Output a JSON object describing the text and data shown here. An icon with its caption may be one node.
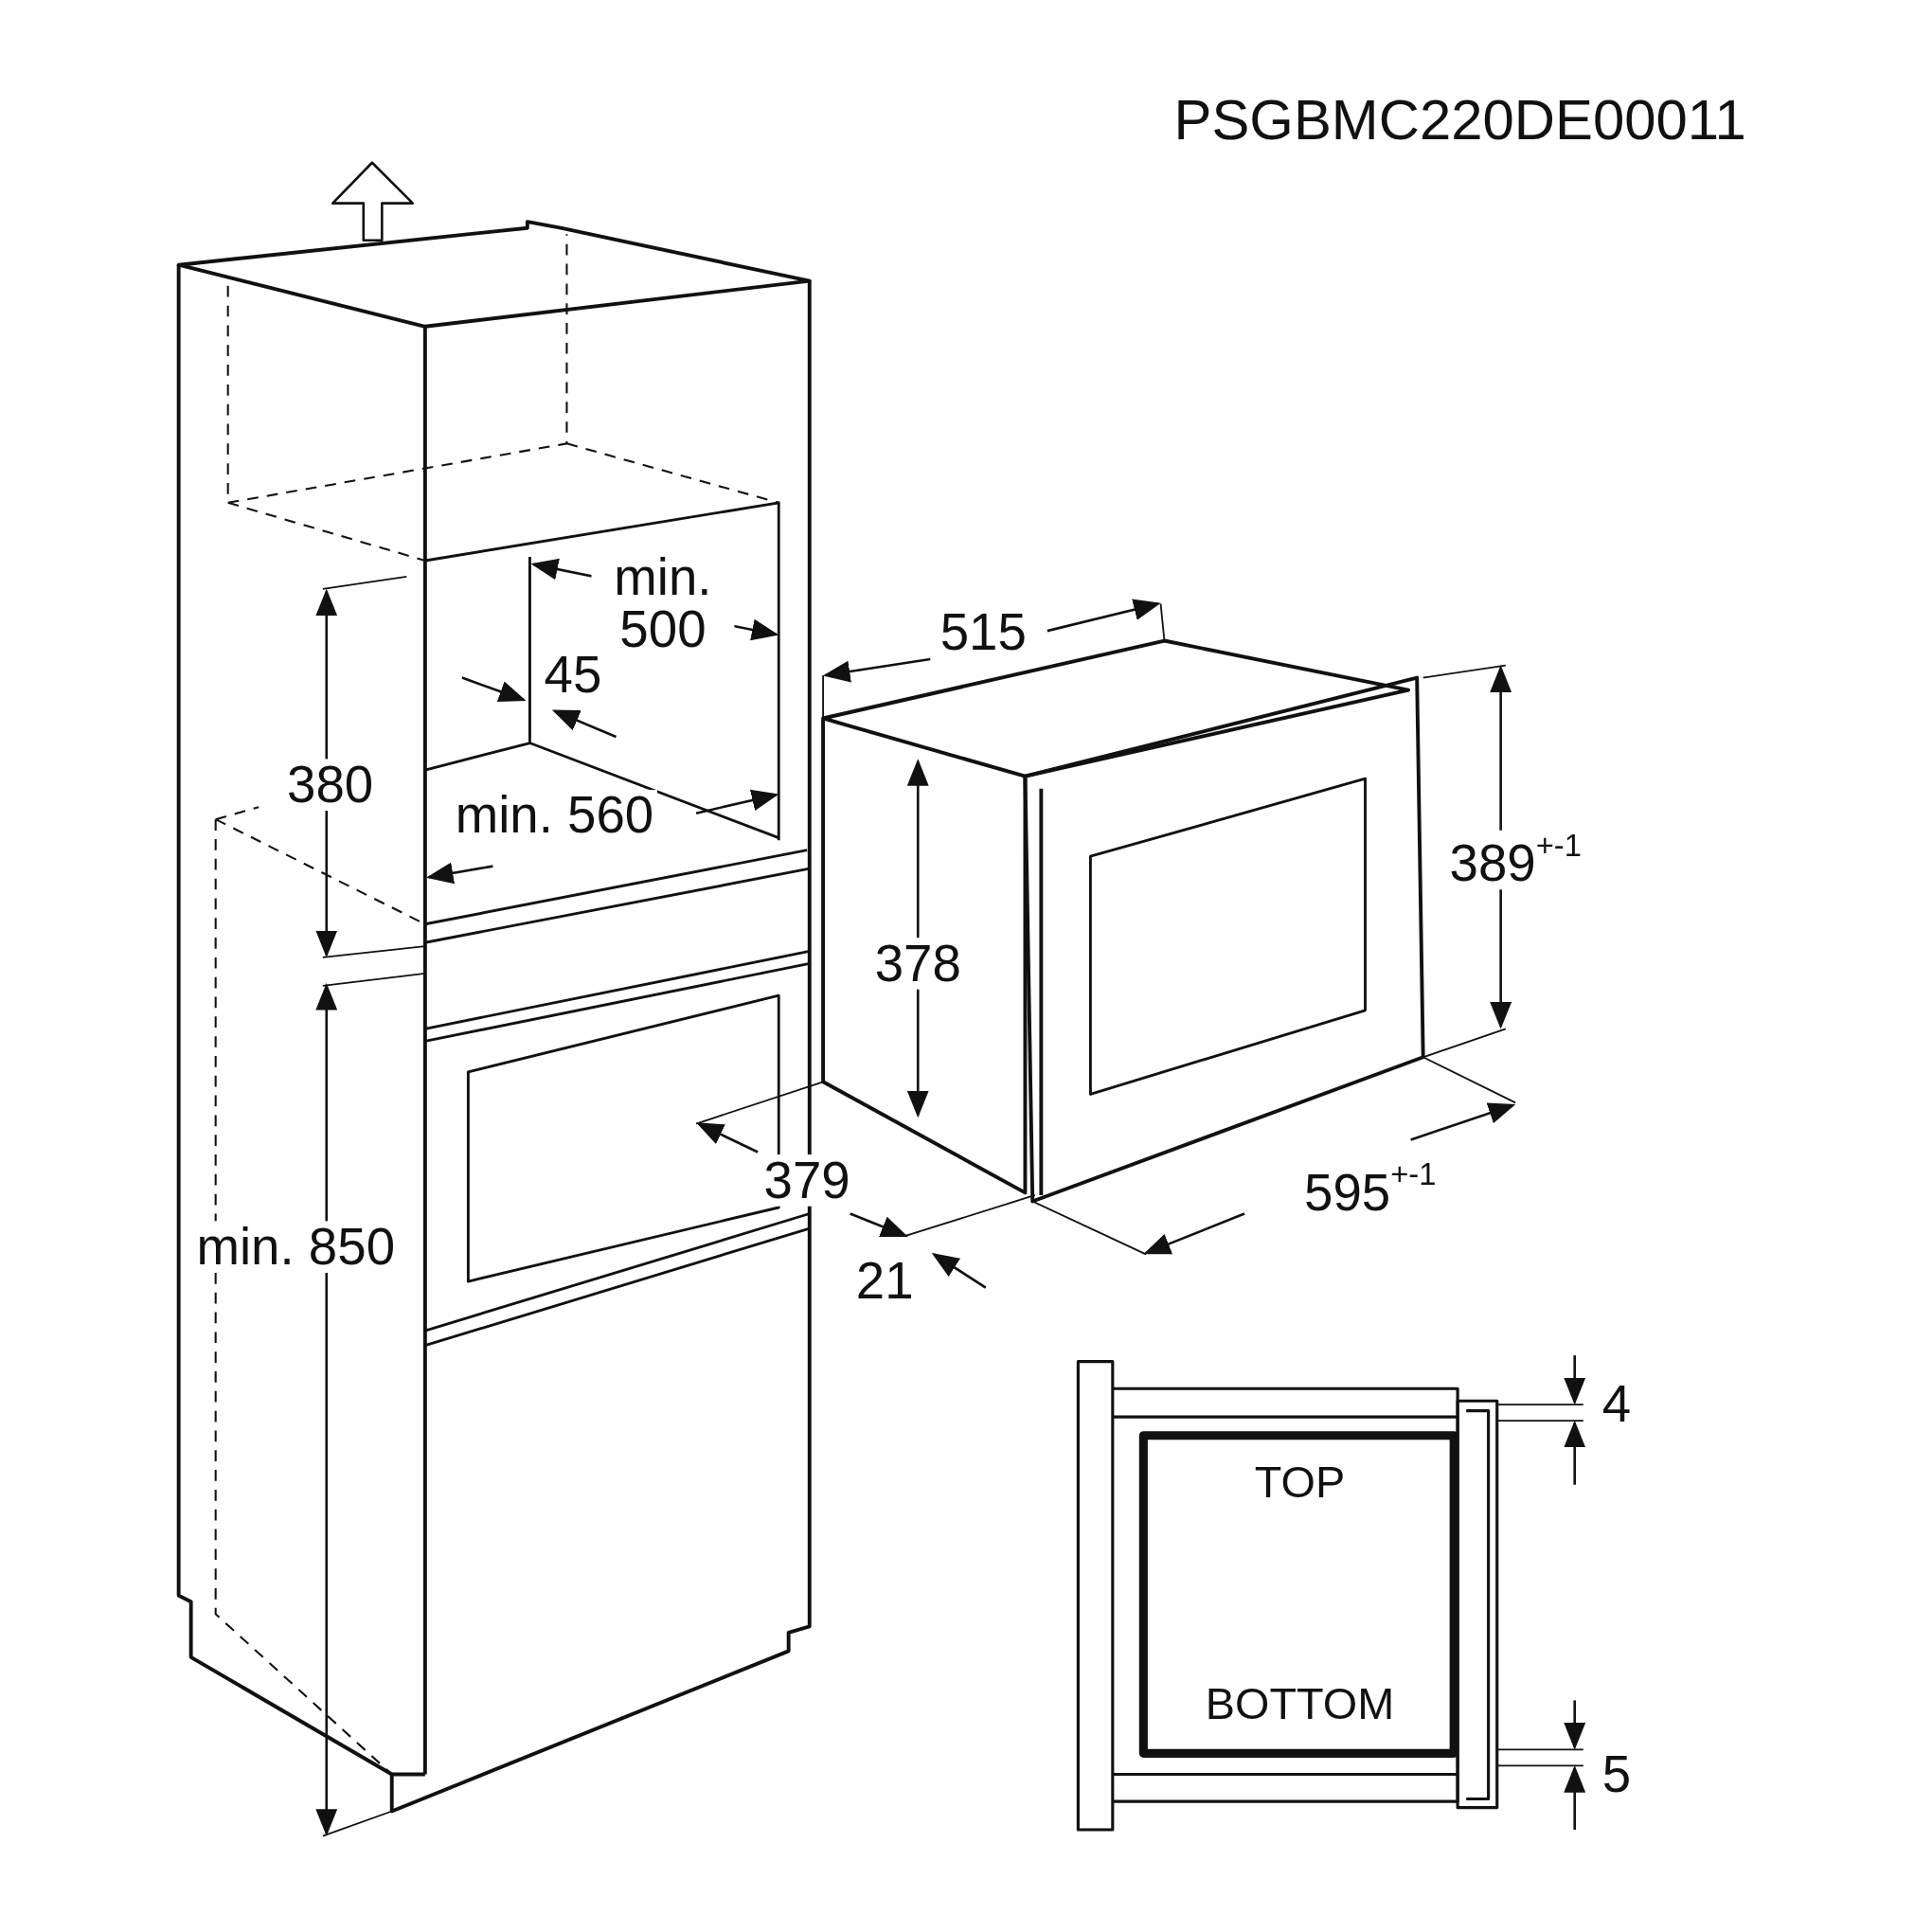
{
  "diagram": {
    "labels": [
      "PSGBMC220DE00011",
      "min. 500",
      "45",
      "380",
      "min. 560",
      "min. 850",
      "515",
      "378",
      "389$^{+-1}$",
      "379",
      "21",
      "595$^{+-1}$",
      "4",
      "TOP",
      "BOTTOM",
      "5"
    ]
  }
}
